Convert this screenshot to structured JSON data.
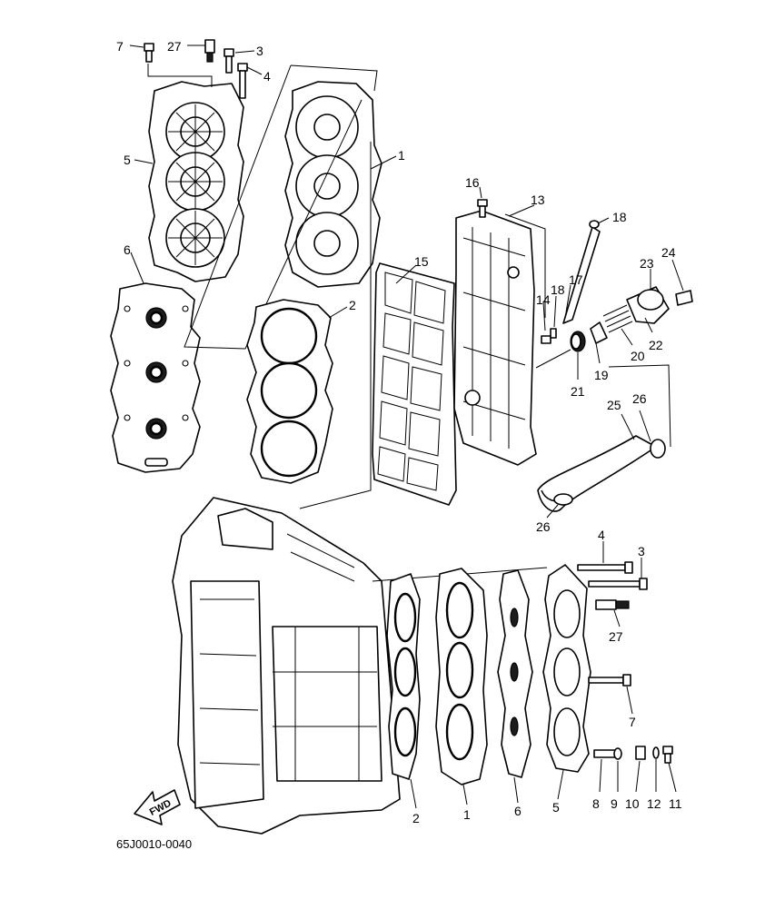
{
  "drawing_code": "65J0010-0040",
  "fwd_label": "FWD",
  "callouts": {
    "c1a": "1",
    "c1b": "1",
    "c2a": "2",
    "c2b": "2",
    "c3a": "3",
    "c3b": "3",
    "c4a": "4",
    "c4b": "4",
    "c5a": "5",
    "c5b": "5",
    "c6a": "6",
    "c6b": "6",
    "c7a": "7",
    "c7b": "7",
    "c8": "8",
    "c9": "9",
    "c10": "10",
    "c11": "11",
    "c12": "12",
    "c13": "13",
    "c14": "14",
    "c15": "15",
    "c16": "16",
    "c17": "17",
    "c18a": "18",
    "c18b": "18",
    "c19": "19",
    "c20": "20",
    "c21": "21",
    "c22": "22",
    "c23": "23",
    "c24": "24",
    "c25": "25",
    "c26a": "26",
    "c26b": "26",
    "c27a": "27",
    "c27b": "27"
  }
}
